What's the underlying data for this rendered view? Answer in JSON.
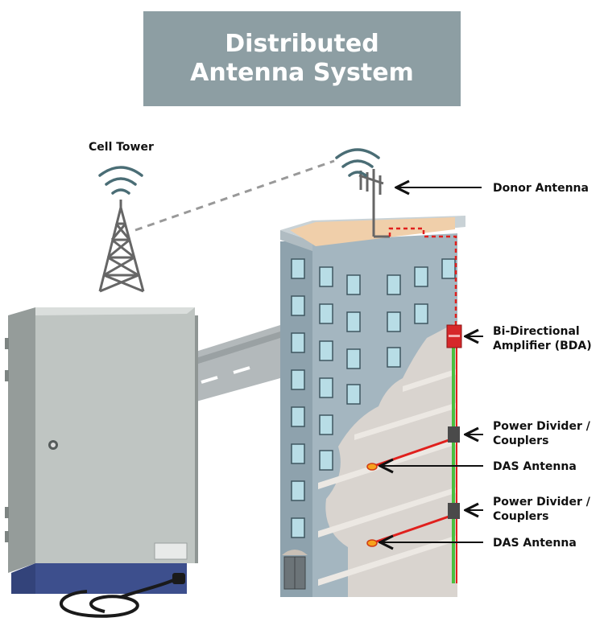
{
  "title": {
    "line1": "Distributed",
    "line2": "Antenna System"
  },
  "labels": {
    "cell_tower": "Cell Tower",
    "donor_antenna": "Donor Antenna",
    "bda_line1": "Bi-Directional",
    "bda_line2": "Amplifier (BDA)",
    "divider1_line1": "Power Divider /",
    "divider1_line2": "Couplers",
    "das1": "DAS Antenna",
    "divider2_line1": "Power Divider /",
    "divider2_line2": "Couplers",
    "das2": "DAS Antenna"
  },
  "colors": {
    "title_bg": "#8d9ea3",
    "building_facade": "#a4b6c0",
    "window": "#b8dde6",
    "roof": "#f0cfaa",
    "cable_red": "#e0201d",
    "cable_green": "#4bbf3f",
    "cabinet": "#bfc5c2",
    "cabinet_base": "#33437a"
  },
  "icons": [
    "signal-waves-icon",
    "cell-tower-icon",
    "yagi-antenna-icon",
    "bda-device-icon",
    "coupler-icon",
    "das-antenna-icon"
  ]
}
